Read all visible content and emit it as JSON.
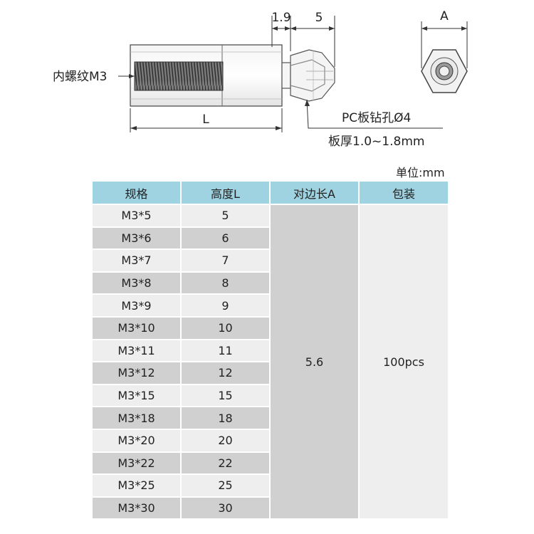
{
  "drawing": {
    "thread_label": "内螺纹M3",
    "dim_1": "1.9",
    "dim_2": "5",
    "dim_length": "L",
    "dim_across": "A",
    "hole_label": "PC板钻孔Ø4",
    "thickness_label": "板厚1.0~1.8mm"
  },
  "unit_label": "单位:mm",
  "table": {
    "headers": [
      "规格",
      "高度L",
      "对边长A",
      "包装"
    ],
    "rows": [
      {
        "spec": "M3*5",
        "height": "5"
      },
      {
        "spec": "M3*6",
        "height": "6"
      },
      {
        "spec": "M3*7",
        "height": "7"
      },
      {
        "spec": "M3*8",
        "height": "8"
      },
      {
        "spec": "M3*9",
        "height": "9"
      },
      {
        "spec": "M3*10",
        "height": "10"
      },
      {
        "spec": "M3*11",
        "height": "11"
      },
      {
        "spec": "M3*12",
        "height": "12"
      },
      {
        "spec": "M3*15",
        "height": "15"
      },
      {
        "spec": "M3*18",
        "height": "18"
      },
      {
        "spec": "M3*20",
        "height": "20"
      },
      {
        "spec": "M3*22",
        "height": "22"
      },
      {
        "spec": "M3*25",
        "height": "25"
      },
      {
        "spec": "M3*30",
        "height": "30"
      }
    ],
    "across_flats": "5.6",
    "packaging": "100pcs"
  },
  "colors": {
    "header_bg": "#9fd3e2",
    "row_light": "#eeeeee",
    "row_dark": "#d0d0d0"
  }
}
